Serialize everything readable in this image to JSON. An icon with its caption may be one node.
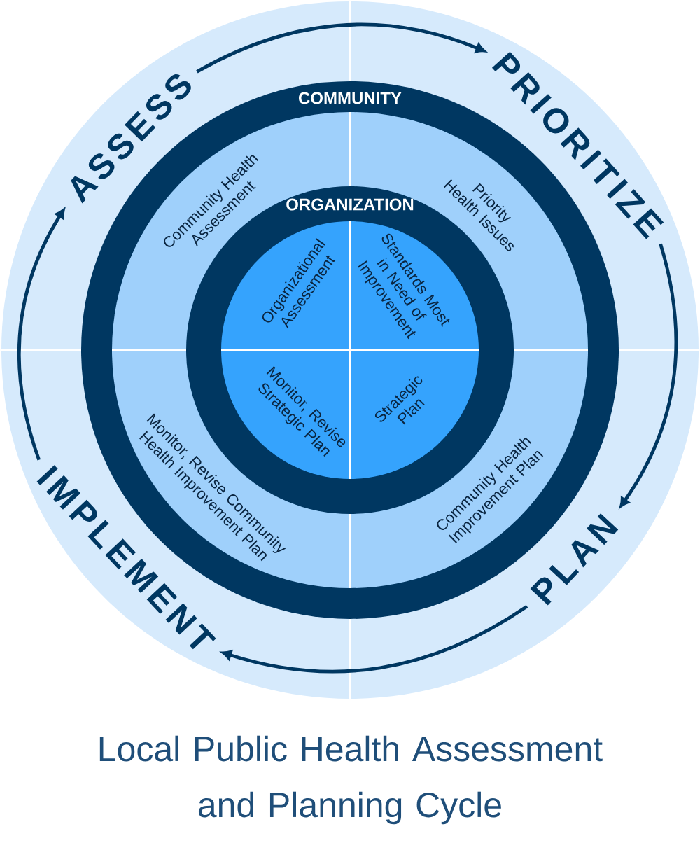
{
  "diagram": {
    "caption": "Local Public Health Assessment and Planning Cycle",
    "nodes": [
      {
        "text": [
          "ASSESS"
        ]
      },
      {
        "text": [
          "PRIORITIZE"
        ]
      },
      {
        "text": [
          "PLAN"
        ]
      },
      {
        "text": [
          "IMPLEMENT"
        ]
      }
    ],
    "edges": [
      {
        "from": 0,
        "to": 1,
        "arrow": "to"
      },
      {
        "from": 1,
        "to": 2,
        "arrow": "to"
      },
      {
        "from": 2,
        "to": 3,
        "arrow": "to"
      },
      {
        "from": 3,
        "to": 0,
        "arrow": "to"
      }
    ],
    "labels": [
      "COMMUNITY",
      "ORGANIZATION",
      "Community Health Assessment",
      "Priority Health Issues",
      "Organizational Assessment",
      "Standards Most in Need of Improvement",
      "Monitor, Revise Strategic Plan",
      "Strategic Plan",
      "Monitor, Revise Community Health Improvement Plan",
      "Community Health Improvement Plan"
    ]
  }
}
